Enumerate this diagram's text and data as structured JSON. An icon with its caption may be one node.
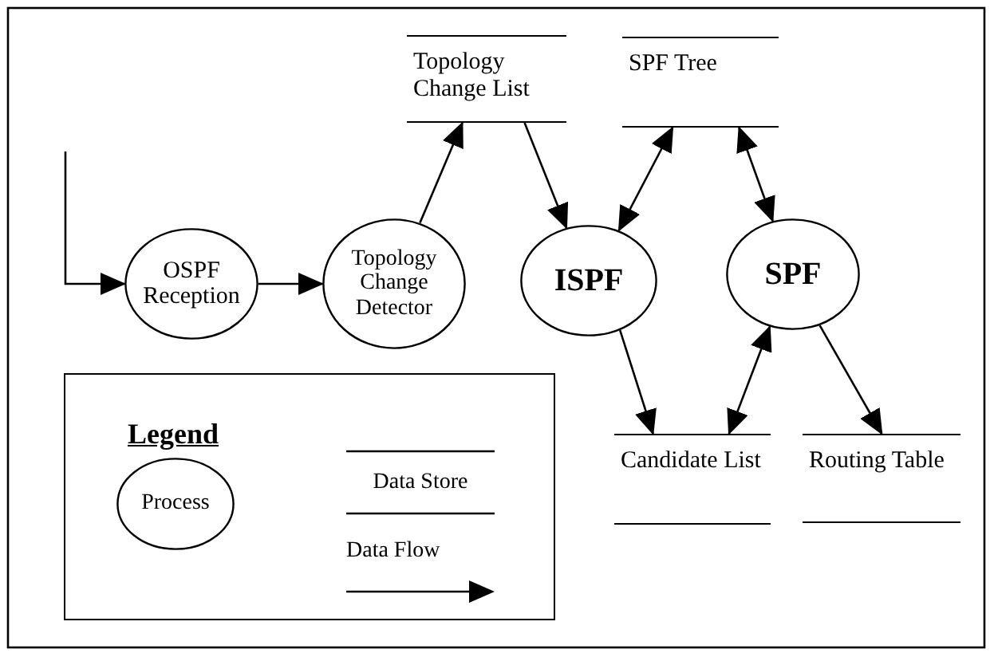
{
  "diagram": {
    "nodes": [
      {
        "text": [
          "OSPF Reception"
        ]
      },
      {
        "text": [
          "Topology Change Detector"
        ]
      },
      {
        "text": [
          "Topology Change List"
        ]
      },
      {
        "text": [
          "SPF Tree"
        ]
      },
      {
        "text": [
          "ISPF"
        ]
      },
      {
        "text": [
          "SPF"
        ]
      },
      {
        "text": [
          "Candidate List"
        ]
      },
      {
        "text": [
          "Routing Table"
        ]
      }
    ],
    "edges": [
      {
        "from": null,
        "to": 0,
        "arrow": "to"
      },
      {
        "from": 0,
        "to": 1,
        "arrow": "to"
      },
      {
        "from": 1,
        "to": 2,
        "arrow": "to"
      },
      {
        "from": 2,
        "to": 4,
        "arrow": "to"
      },
      {
        "from": 4,
        "to": 3,
        "arrow": "both"
      },
      {
        "from": 3,
        "to": 5,
        "arrow": "both"
      },
      {
        "from": 4,
        "to": 6,
        "arrow": "to"
      },
      {
        "from": 5,
        "to": 6,
        "arrow": "both"
      },
      {
        "from": 5,
        "to": 7,
        "arrow": "to"
      }
    ],
    "labels": [
      "Legend"
    ],
    "legend": [
      {
        "text": "Process"
      },
      {
        "text": "Data Store"
      },
      {
        "text": "Data Flow"
      }
    ]
  }
}
